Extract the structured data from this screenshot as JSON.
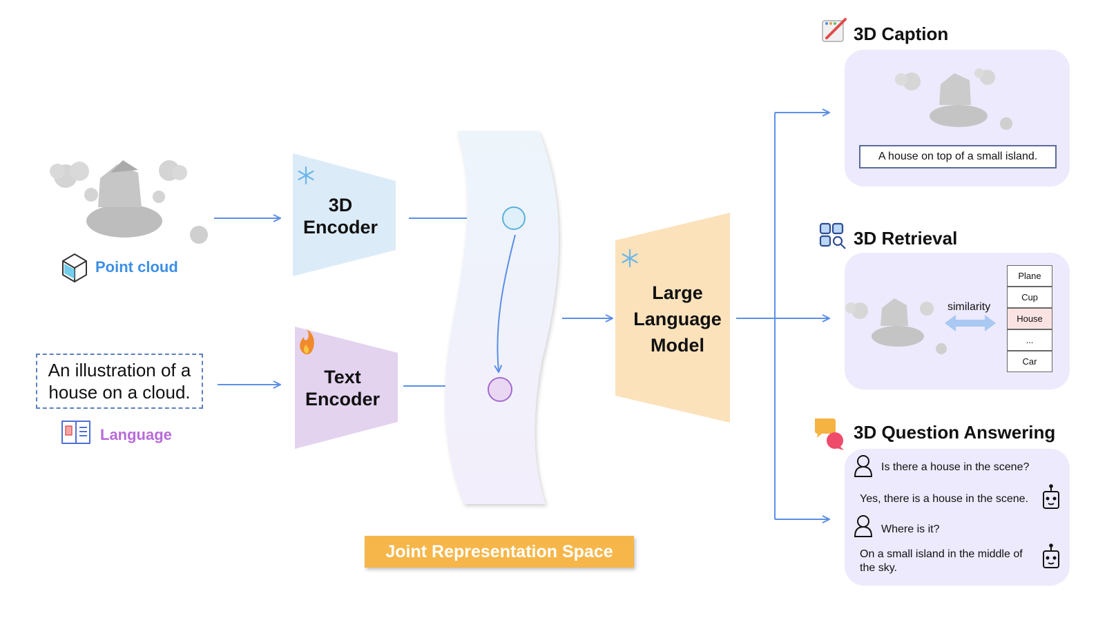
{
  "inputs": {
    "point_cloud_label": "Point cloud",
    "language_text": "An illustration of a house on a cloud.",
    "language_label": "Language"
  },
  "encoders": {
    "encoder_3d": "3D Encoder",
    "encoder_text": "Text Encoder"
  },
  "joint_space_label": "Joint Representation Space",
  "llm_label": "Large Language Model",
  "tasks": {
    "caption": {
      "title": "3D Caption",
      "text": "A house on top of a small island."
    },
    "retrieval": {
      "title": "3D Retrieval",
      "similarity_label": "similarity",
      "options": [
        "Plane",
        "Cup",
        "House",
        "...",
        "Car"
      ]
    },
    "qa": {
      "title": "3D Question Answering",
      "q1": "Is there a house in the scene?",
      "a1": "Yes, there is a house in the scene.",
      "q2": "Where is it?",
      "a2": "On a small island in the middle of the sky."
    }
  },
  "colors": {
    "arrow": "#5b8ee6",
    "encoder_3d_fill": "#dcebf8",
    "encoder_text_fill": "#e3d3ef",
    "llm_fill": "#fbe2bb",
    "panel_fill": "#eceafc",
    "point_cloud_label": "#3d8fe6",
    "language_label": "#b86ad9",
    "joint_label_bg": "#f6b64a",
    "highlight_row": "#fbe3e3"
  },
  "icons": {
    "frozen": "snowflake-icon",
    "trainable": "flame-icon",
    "point_cloud": "cube-icon",
    "language": "book-icon",
    "caption": "pencil-drawing-icon",
    "retrieval": "grid-search-icon",
    "qa": "chat-bubbles-icon",
    "user": "user-icon",
    "bot": "robot-icon"
  }
}
